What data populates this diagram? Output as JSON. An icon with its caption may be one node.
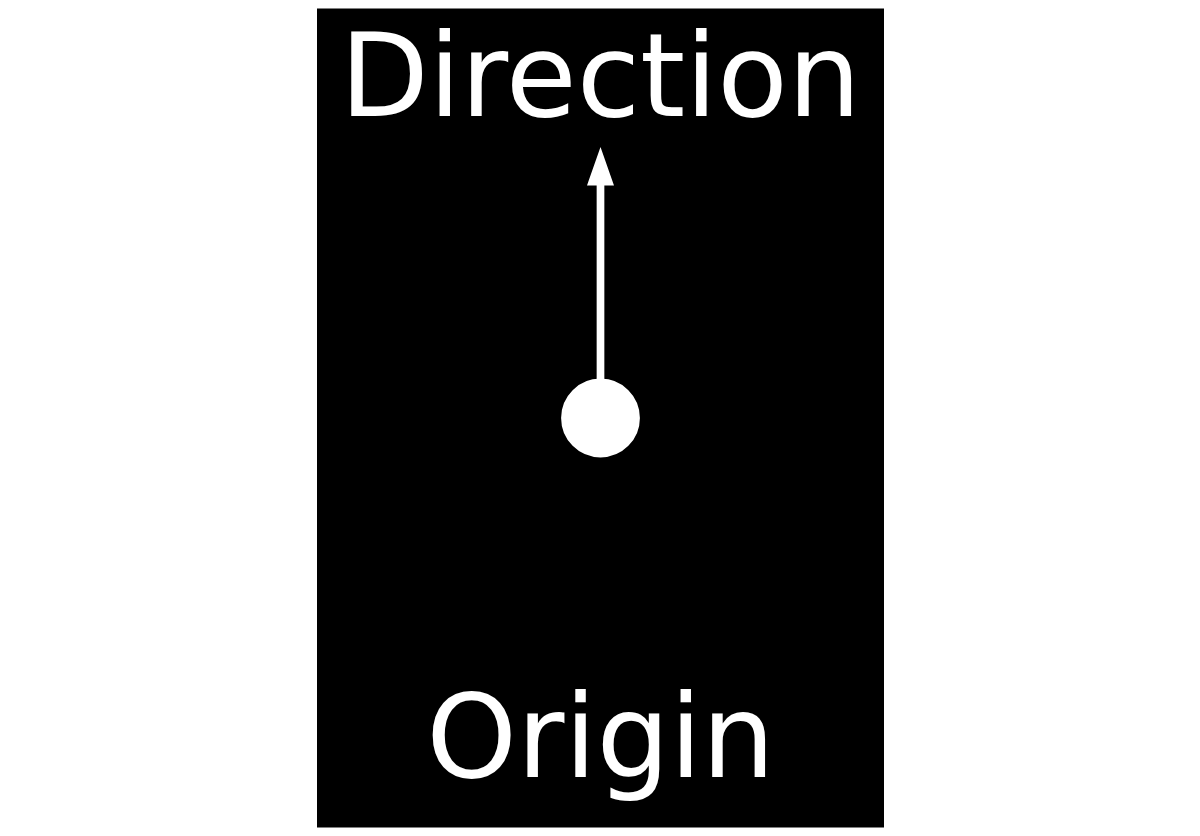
{
  "diagram": {
    "nodes": [
      {
        "text": [],
        "shape": "circle",
        "beside": [
          "Origin"
        ]
      },
      {
        "text": [
          "Direction"
        ]
      }
    ],
    "edges": [
      {
        "from": 0,
        "to": 1,
        "arrow": "to"
      }
    ]
  }
}
